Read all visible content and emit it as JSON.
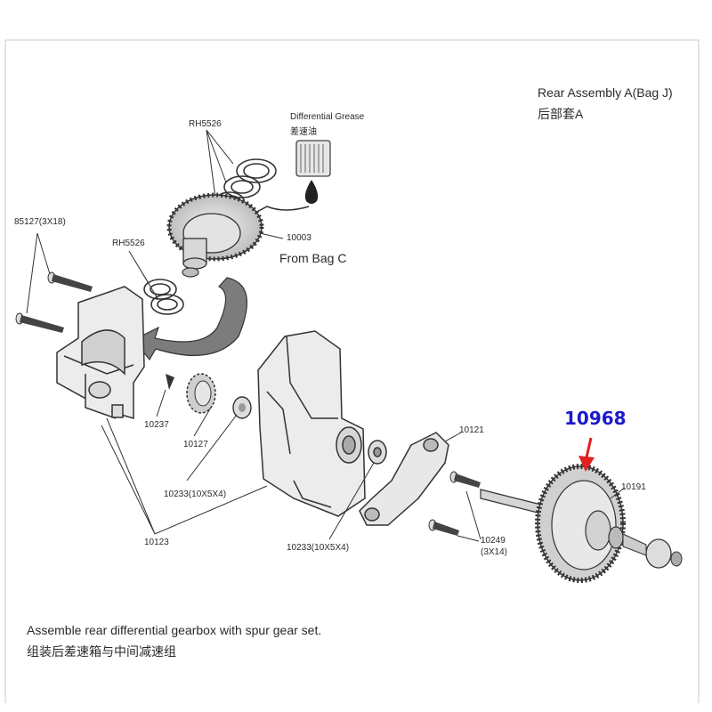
{
  "title": {
    "line1": "Rear Assembly A(Bag J)",
    "line2": "后部套A"
  },
  "grease": {
    "line1": "Differential Grease",
    "line2": "差速油"
  },
  "from_bag": "From Bag C",
  "callout": {
    "part": "10968",
    "color": "#1a1acc",
    "arrow_color": "#e02020"
  },
  "parts": {
    "rh5526_top": "RH5526",
    "rh5526_mid": "RH5526",
    "screw_85127": "85127(3X18)",
    "diff_10003": "10003",
    "pinion_10237": "10237",
    "gear_10127": "10127",
    "bearing_10233_left": "10233(10X5X4)",
    "bearing_10233_right": "10233(10X5X4)",
    "case_10123": "10123",
    "brace_10121": "10121",
    "spur_10191": "10191",
    "screw_10249_a": "10249",
    "screw_10249_b": "(3X14)"
  },
  "caption": {
    "line1": "Assemble rear differential gearbox with spur gear set.",
    "line2": "组装后差速箱与中间减速组"
  }
}
